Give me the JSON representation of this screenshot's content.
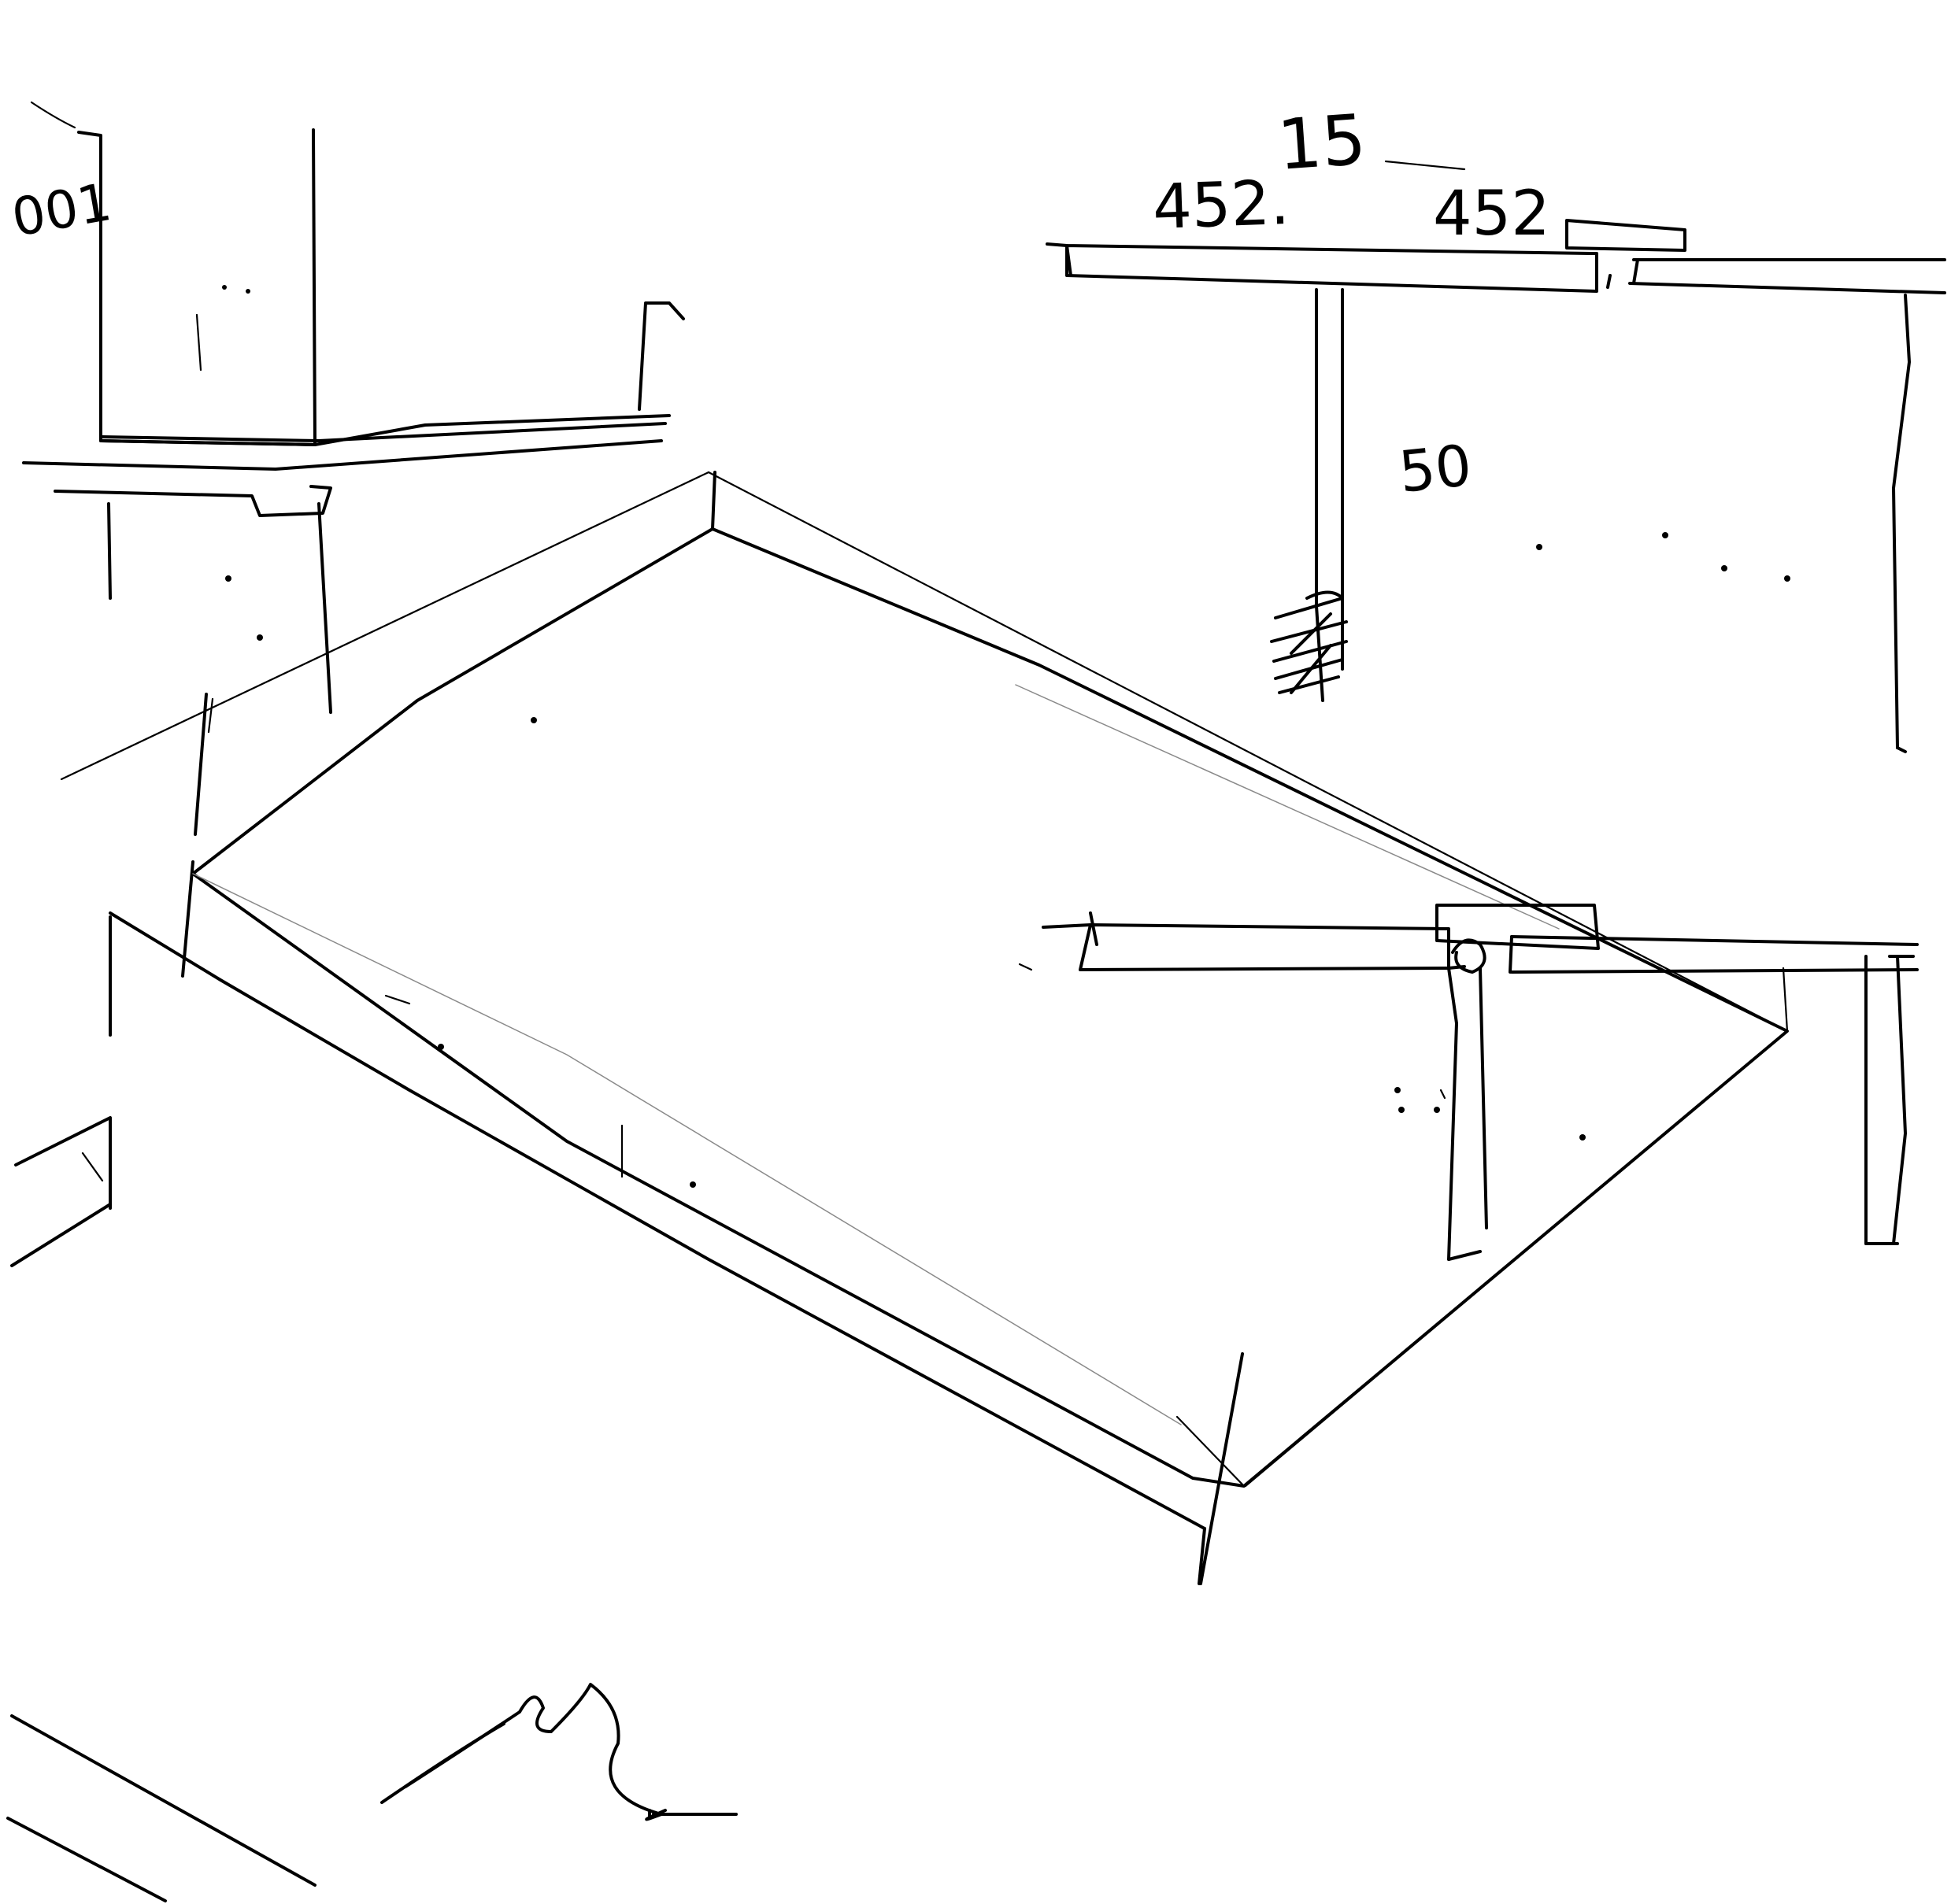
{
  "sketch": {
    "annotations": {
      "top_number": "15",
      "dim_left": "452.",
      "dim_right": "452",
      "height_label": "50",
      "corner_note": "001"
    }
  },
  "colors": {
    "ink": "#000000",
    "paper": "#ffffff"
  }
}
